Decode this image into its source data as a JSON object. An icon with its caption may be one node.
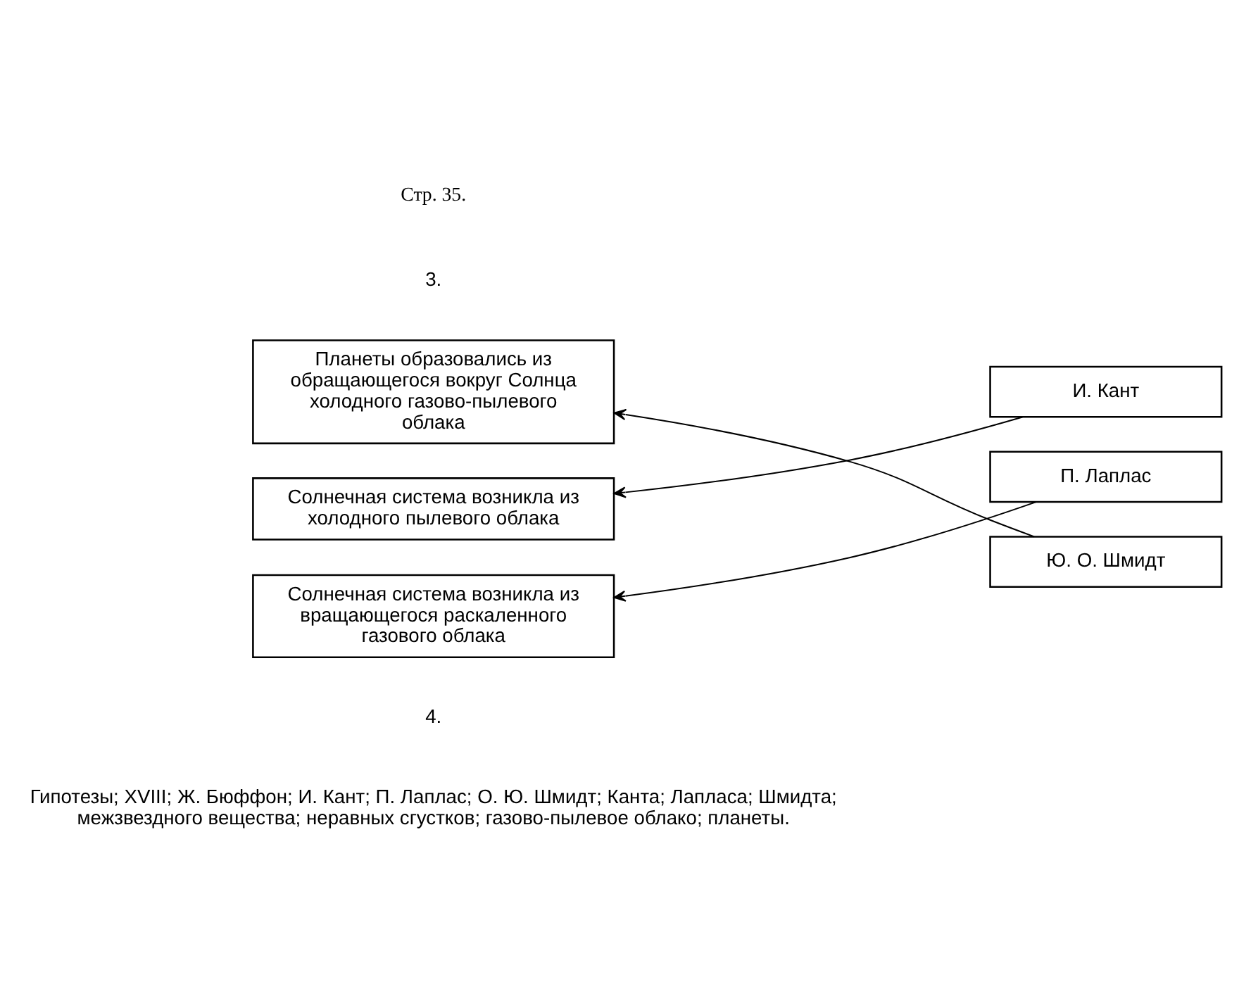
{
  "diagram": {
    "nodes": [
      {
        "text": [
          "Планеты образовались из обращающегося вокруг Солнца холодного газово-пылевого облака"
        ]
      },
      {
        "text": [
          "Солнечная система возникла из холодного пылевого облака"
        ]
      },
      {
        "text": [
          "Солнечная система возникла из вращающегося раскаленного газового облака"
        ]
      },
      {
        "text": [
          "И. Кант"
        ]
      },
      {
        "text": [
          "П. Лаплас"
        ]
      },
      {
        "text": [
          "Ю. О. Шмидт"
        ]
      }
    ],
    "edges": [
      {
        "from": 3,
        "to": 1,
        "arrow": "to"
      },
      {
        "from": 4,
        "to": 2,
        "arrow": "to"
      },
      {
        "from": 5,
        "to": 0,
        "arrow": "to"
      }
    ],
    "labels": [
      "Стр. 35.",
      "3.",
      "4.",
      "Гипотезы; XVIII; Ж. Бюффон; И. Кант; П. Лаплас; О. Ю. Шмидт; Канта; Лапласа; Шмидта; межзвездного вещества; неравных сгустков; газово-пылевое облако; планеты."
    ]
  }
}
